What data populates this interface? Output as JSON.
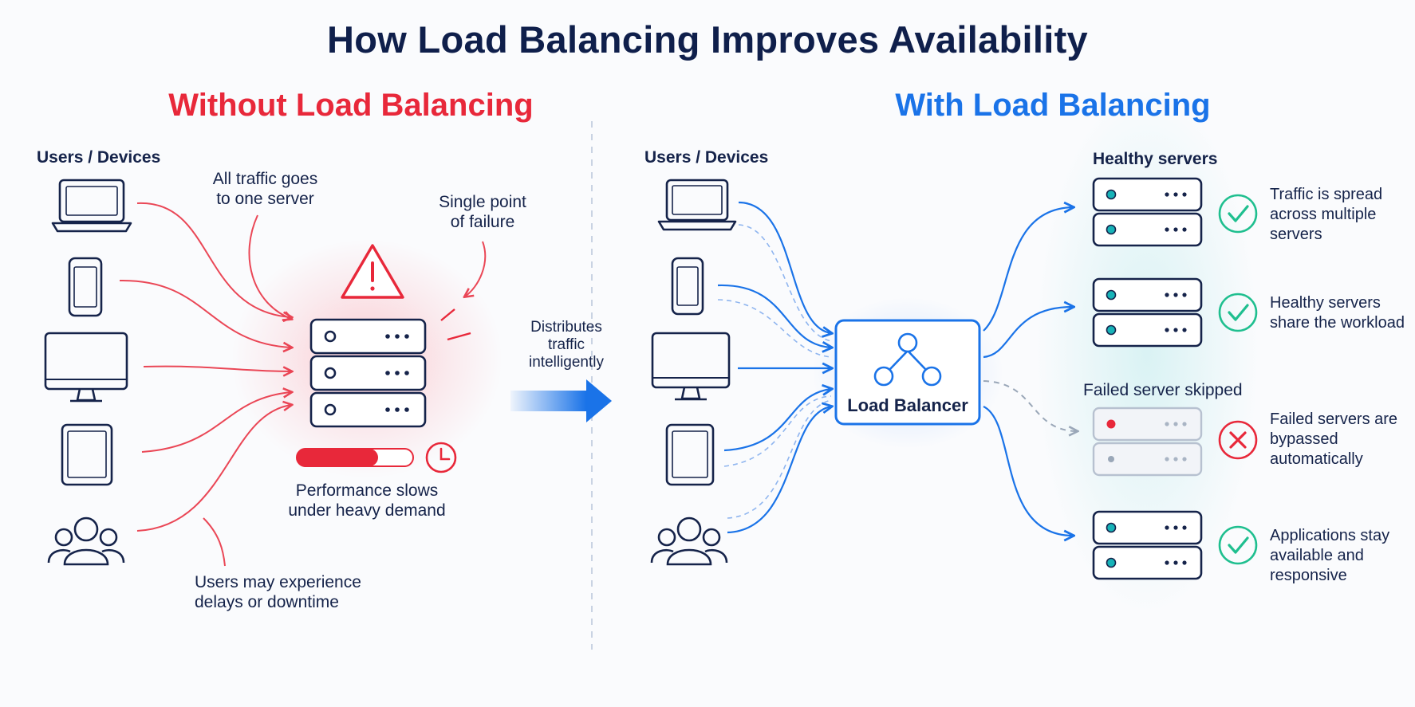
{
  "title": "How Load Balancing Improves Availability",
  "without": {
    "heading": "Without Load Balancing",
    "users_label": "Users / Devices",
    "note_all_traffic": "All traffic goes\nto one server",
    "note_single_point": "Single point\nof failure",
    "note_performance": "Performance slows\nunder heavy demand",
    "note_users_delay": "Users may experience\ndelays or downtime",
    "load_level": 0.7
  },
  "middle": {
    "arrow_label": "Distributes\ntraffic\nintelligently"
  },
  "with": {
    "heading": "With Load Balancing",
    "users_label": "Users / Devices",
    "balancer_label": "Load Balancer",
    "healthy_label": "Healthy servers",
    "failed_label": "Failed server skipped",
    "notes": [
      {
        "text": "Traffic is spread\nacross multiple\nservers",
        "status": "ok"
      },
      {
        "text": "Healthy servers\nshare the workload",
        "status": "ok"
      },
      {
        "text": "Failed servers are\nbypassed\nautomatically",
        "status": "fail"
      },
      {
        "text": "Applications stay\navailable and\nresponsive",
        "status": "ok"
      }
    ]
  },
  "colors": {
    "red": "#e8283a",
    "blue": "#1a73e8",
    "navy": "#15234a",
    "green": "#1fbf8f",
    "teal": "#17b3b8"
  },
  "icons": [
    "laptop-icon",
    "phone-icon",
    "monitor-icon",
    "tablet-icon",
    "users-group-icon",
    "warning-icon",
    "server-icon",
    "clock-icon",
    "network-icon",
    "check-icon",
    "x-icon"
  ]
}
